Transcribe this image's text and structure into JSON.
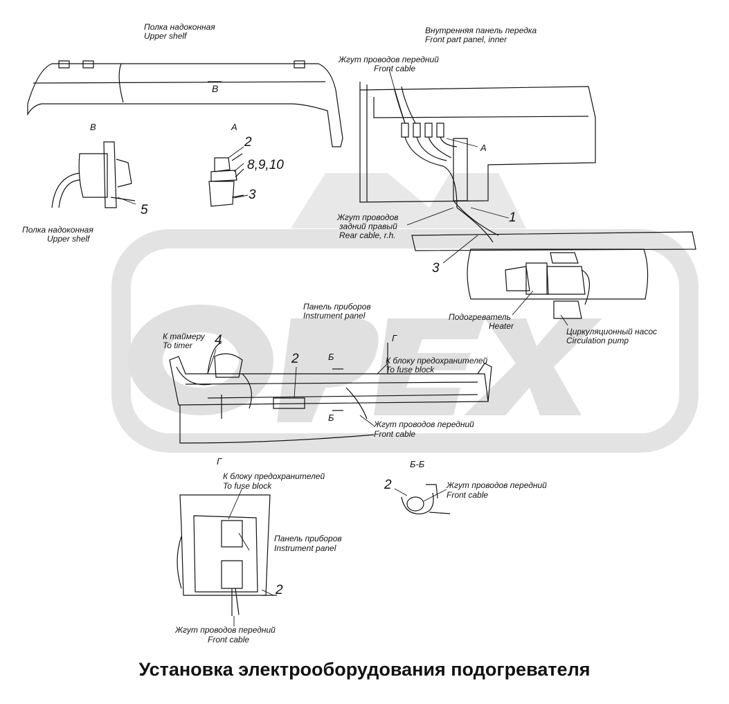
{
  "title": "Установка электрооборудования подогревателя",
  "watermark": "OPEX",
  "labels": {
    "upper_shelf_top_ru": "Полка надоконная",
    "upper_shelf_top_en": "Upper shelf",
    "front_panel_ru": "Внутренняя панель передка",
    "front_panel_en": "Front part panel, inner",
    "front_cable_top_ru": "Жгут проводов передний",
    "front_cable_top_en": "Front cable",
    "view_b": "B",
    "view_a": "A",
    "view_b_marker": "B",
    "view_a_marker": "A",
    "upper_shelf_mid_ru": "Полка надоконная",
    "upper_shelf_mid_en": "Upper shelf",
    "rear_cable_ru1": "Жгут проводов",
    "rear_cable_ru2": "задний правый",
    "rear_cable_en": "Rear cable, r.h.",
    "instrument_panel_ru": "Панель приборов",
    "instrument_panel_en": "Instrument panel",
    "timer_ru": "К таймеру",
    "timer_en": "To timer",
    "heater_ru": "Подогреватель",
    "heater_en": "Heater",
    "pump_ru": "Циркуляционный насос",
    "pump_en": "Circulation pump",
    "fuse_block_mid_ru": "К блоку предохранителей",
    "fuse_block_mid_en": "To fuse block",
    "front_cable_mid_ru": "Жгут проводов передний",
    "front_cable_mid_en": "Front cable",
    "section_g_marker": "Г",
    "section_b1": "Б",
    "section_b2": "Б",
    "view_g": "Г",
    "view_bb": "Б-Б",
    "fuse_block_low_ru": "К блоку предохранителей",
    "fuse_block_low_en": "To fuse block",
    "instrument_panel_low_ru": "Панель приборов",
    "instrument_panel_low_en": "Instrument panel",
    "front_cable_low_ru": "Жгут проводов передний",
    "front_cable_low_en": "Front cable",
    "front_cable_bb_ru": "Жгут проводов передний",
    "front_cable_bb_en": "Front cable"
  },
  "callouts": {
    "n2_a": "2",
    "n8910": "8,9,10",
    "n3_a": "3",
    "n5": "5",
    "n1": "1",
    "n3_main": "3",
    "n4": "4",
    "n2_mid": "2",
    "n2_bb": "2",
    "n2_g": "2"
  }
}
